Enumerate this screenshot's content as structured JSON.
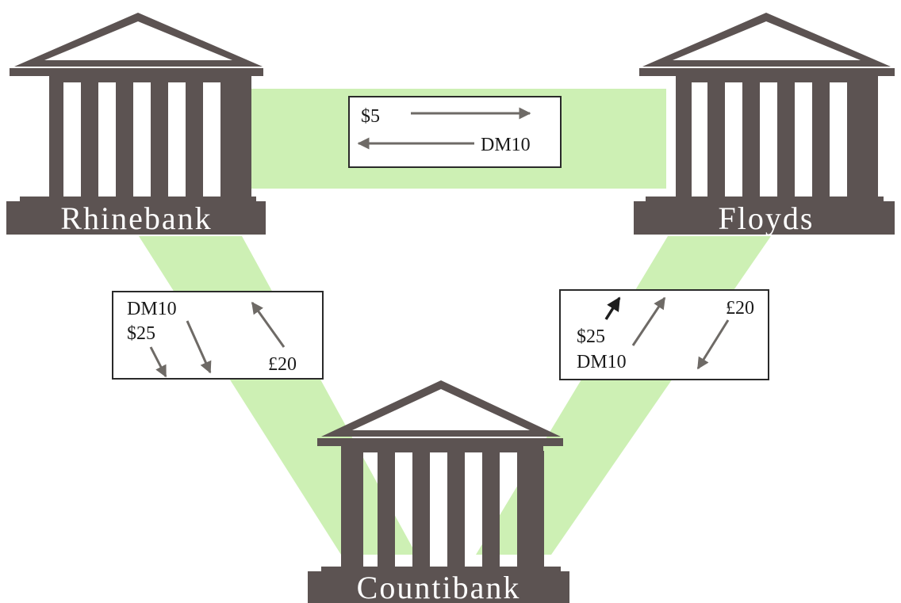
{
  "banks": {
    "rhinebank": {
      "name": "Rhinebank"
    },
    "floyds": {
      "name": "Floyds"
    },
    "countibank": {
      "name": "Countibank"
    }
  },
  "flows": {
    "rhinebank_floyds": {
      "amount_1": "$5",
      "amount_2": "DM10"
    },
    "rhinebank_countibank": {
      "amount_1": "DM10",
      "amount_2": "$25",
      "amount_3": "£20"
    },
    "floyds_countibank": {
      "amount_1": "£20",
      "amount_2": "$25",
      "amount_3": "DM10"
    }
  },
  "colors": {
    "building": "#5c5352",
    "channel": "#cdf0b4",
    "arrow": "#6e6a66",
    "arrow_dark": "#1e1e1e",
    "box_border": "#2a2a2a"
  }
}
